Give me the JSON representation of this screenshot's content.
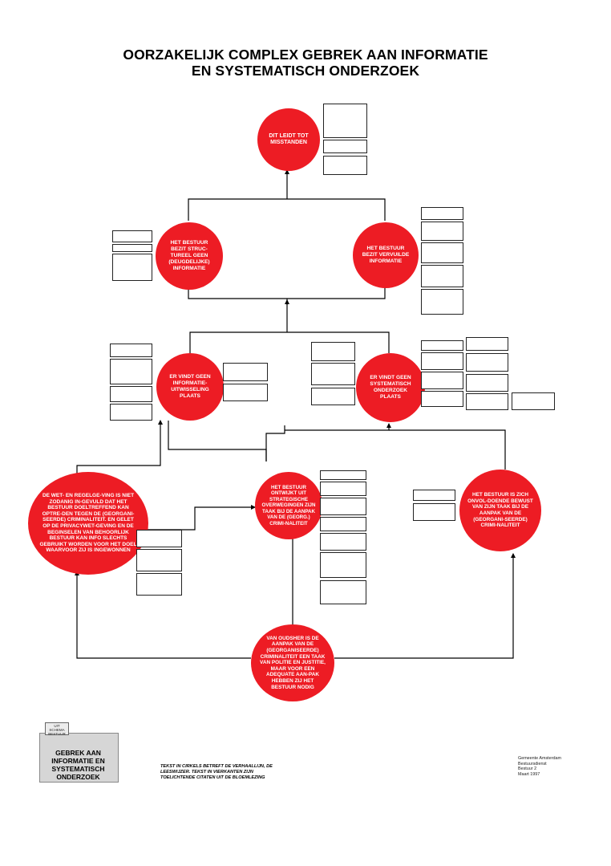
{
  "title": {
    "line1": "OORZAKELIJK COMPLEX GEBREK AAN INFORMATIE",
    "line2": "EN SYSTEMATISCH ONDERZOEK"
  },
  "circles": {
    "top": "DIT LEIDT TOT MISSTANDEN",
    "left_mid": "HET BESTUUR BEZIT STRUC-TUREEL GEEN (DEUGDELIJKE) INFORMATIE",
    "right_mid": "HET BESTUUR BEZIT VERVUILDE INFORMATIE",
    "info": "ER VINDT GEEN INFORMATIE-UITWISSELING PLAATS",
    "research": "ER VINDT GEEN SYSTEMATISCH ONDERZOEK PLAATS",
    "law": "DE WET- EN REGELGE-VING IS NIET ZODANIG IN-GEVULD DAT HET BESTUUR DOELTREFFEND KAN OPTRE-DEN TEGEN DE (GEORGANI-SEERDE) CRIMINALITEIT. EN GELET OP DE PRIVACYWET-GEVING EN DE BEGINSELEN VAN BEHOORLIJK BESTUUR KAN INFO SLECHTS GEBRUIKT WORDEN VOOR HET DOEL WAARVOOR ZIJ IS INGEWONNEN",
    "strategic": "HET BESTUUR ONTWIJKT UIT STRATEGISCHE OVERWEGINGEN ZIJN TAAK BIJ DE AANPAK VAN DE (GEORG.) CRIMI-NALITEIT",
    "aware": "HET BESTUUR IS ZICH ONVOL-DOENDE BEWUST VAN ZIJN TAAK BIJ DE AANPAK VAN DE (GEORGANI-SEERDE) CRIMI-NALITEIT",
    "origin": "VAN OUDSHER IS DE AANPAK VAN DE (GEORGANISEERDE) CRIMINALITEIT EEN TAAK VAN POLITIE EN JUSTITIE, MAAR VOOR EEN ADEQUATE AAN-PAK HEBBEN ZIJ HET BESTUUR NODIG"
  },
  "legend": {
    "small": "UIT SCHEMA BESTUUR",
    "label": "GEBREK AAN INFORMATIE EN SYSTEMATISCH ONDERZOEK"
  },
  "footnote": "TEKST IN CIRKELS BETREFT DE VERHAALLIJN, DE LEESWIJZER. TEKST IN VIERKANTEN ZIJN TOELICHTENDE CITATEN UIT DE BLOEMLEZING",
  "credit": {
    "line1": "Gemeente Amsterdam",
    "line2": "Bestuursdienst",
    "line3": "Bestuur 2",
    "line4": "Maart 1997"
  },
  "colors": {
    "circle_red": "#ed1c24",
    "line": "#000000",
    "legend_gray": "#d6d6d6"
  }
}
